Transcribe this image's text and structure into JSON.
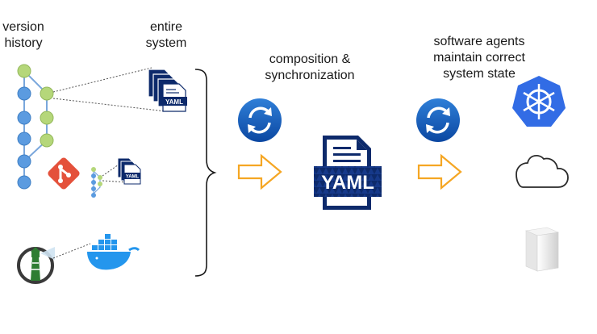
{
  "labels": {
    "version_history": [
      "version",
      "history"
    ],
    "entire_system": [
      "entire",
      "system"
    ],
    "composition": [
      "composition &",
      "synchronization"
    ],
    "agents": [
      "software agents",
      "maintain correct",
      "system state"
    ]
  },
  "yaml_text": "YAML",
  "colors": {
    "sync_blue": "#1565c0",
    "arrow_orange": "#f5a623",
    "commit_blue": "#5b9be0",
    "commit_green": "#b5d77a",
    "git_red": "#e4513b",
    "docker_blue": "#2496ed",
    "k8s_blue": "#326ce5",
    "yaml_navy": "#0d2a6b"
  },
  "icons": [
    "git-icon",
    "docker-icon",
    "lighthouse-icon",
    "kubernetes-icon",
    "cloud-icon",
    "server-icon",
    "sync-icon"
  ]
}
